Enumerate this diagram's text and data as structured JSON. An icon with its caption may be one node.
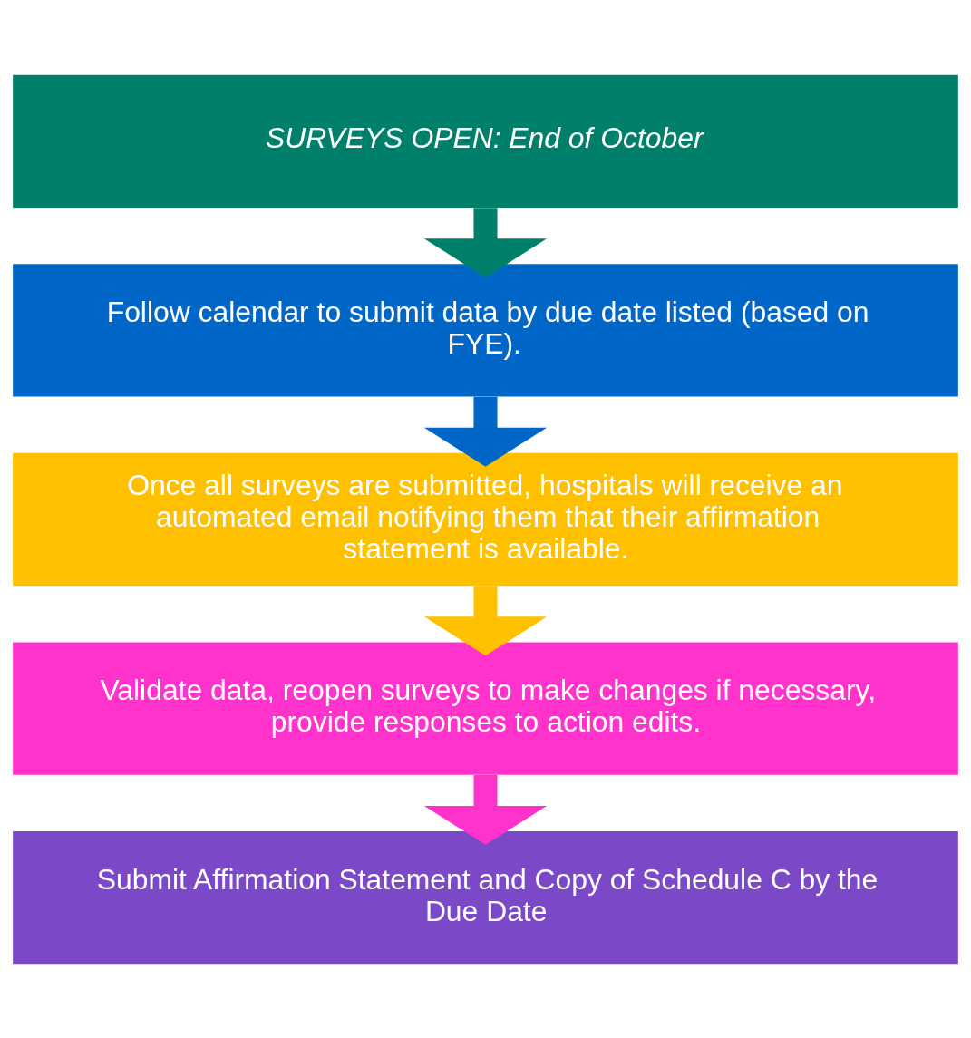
{
  "diagram": {
    "nodes": [
      {
        "text": [
          "SURVEYS OPEN: End of October"
        ]
      },
      {
        "text": [
          "Follow calendar to submit data by due date listed (based on FYE)."
        ]
      },
      {
        "text": [
          "Once all surveys are submitted, hospitals will receive an automated email notifying them that their affirmation statement is available."
        ]
      },
      {
        "text": [
          "Validate data, reopen surveys to make changes if necessary, provide responses to action edits."
        ]
      },
      {
        "text": [
          "Submit Affirmation Statement and Copy of Schedule C by the Due Date"
        ]
      }
    ],
    "edges": [
      {
        "from": 0,
        "to": 1,
        "arrow": "to",
        "color": "#00806a"
      },
      {
        "from": 1,
        "to": 2,
        "arrow": "to",
        "color": "#0066c8"
      },
      {
        "from": 2,
        "to": 3,
        "arrow": "to",
        "color": "#ffc000"
      },
      {
        "from": 3,
        "to": 4,
        "arrow": "to",
        "color": "#ff33cc"
      }
    ]
  }
}
